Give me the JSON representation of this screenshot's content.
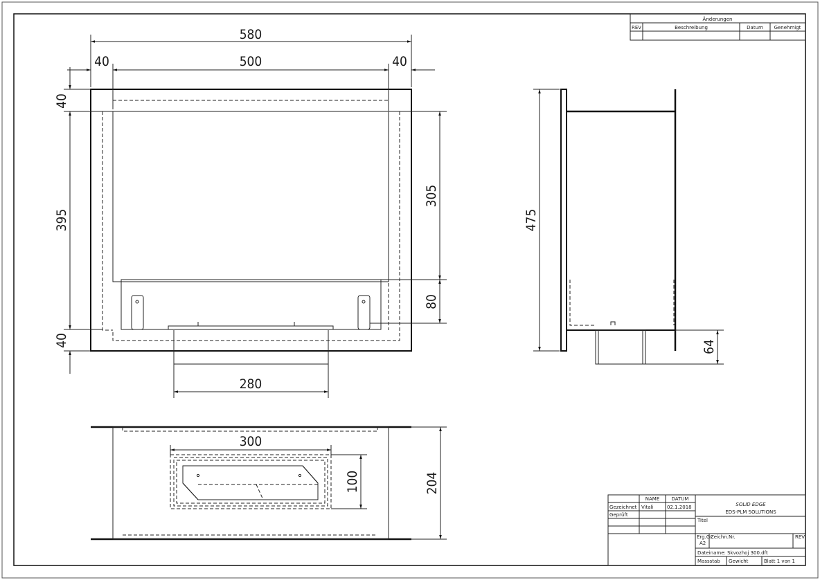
{
  "dimensions": {
    "front_total_width": "580",
    "front_left_margin": "40",
    "front_inner_width": "500",
    "front_right_margin": "40",
    "front_top_margin": "40",
    "front_inner_height": "395",
    "front_bottom_margin": "40",
    "front_opening_height": "305",
    "front_burner_height": "80",
    "front_burner_width": "280",
    "side_total_height": "475",
    "side_bottom_height": "64",
    "top_box_width": "300",
    "top_box_depth": "100",
    "top_total_depth": "204"
  },
  "revision_table": {
    "title": "Änderungen",
    "rev": "REV",
    "description": "Beschreibung",
    "date": "Datum",
    "approved": "Genehmigt"
  },
  "title_block": {
    "col_name": "NAME",
    "col_date": "DATUM",
    "drawn_label": "Gezeichnet",
    "drawn_name": "Vitali",
    "drawn_date": "02.1.2018",
    "checked_label": "Geprüft",
    "brand": "SOLID EDGE",
    "brand_sub": "EDS-PLM SOLUTIONS",
    "title_label": "Titel",
    "size_label": "Erg.Gr.",
    "size_value": "A2",
    "drawing_no_label": "Zeichn.Nr.",
    "rev_label": "REV",
    "file_label": "Dateiname: Skvozhoj 300.dft",
    "scale_label": "Massstab",
    "weight_label": "Gewicht",
    "sheet_label": "Blatt 1 von 1"
  }
}
